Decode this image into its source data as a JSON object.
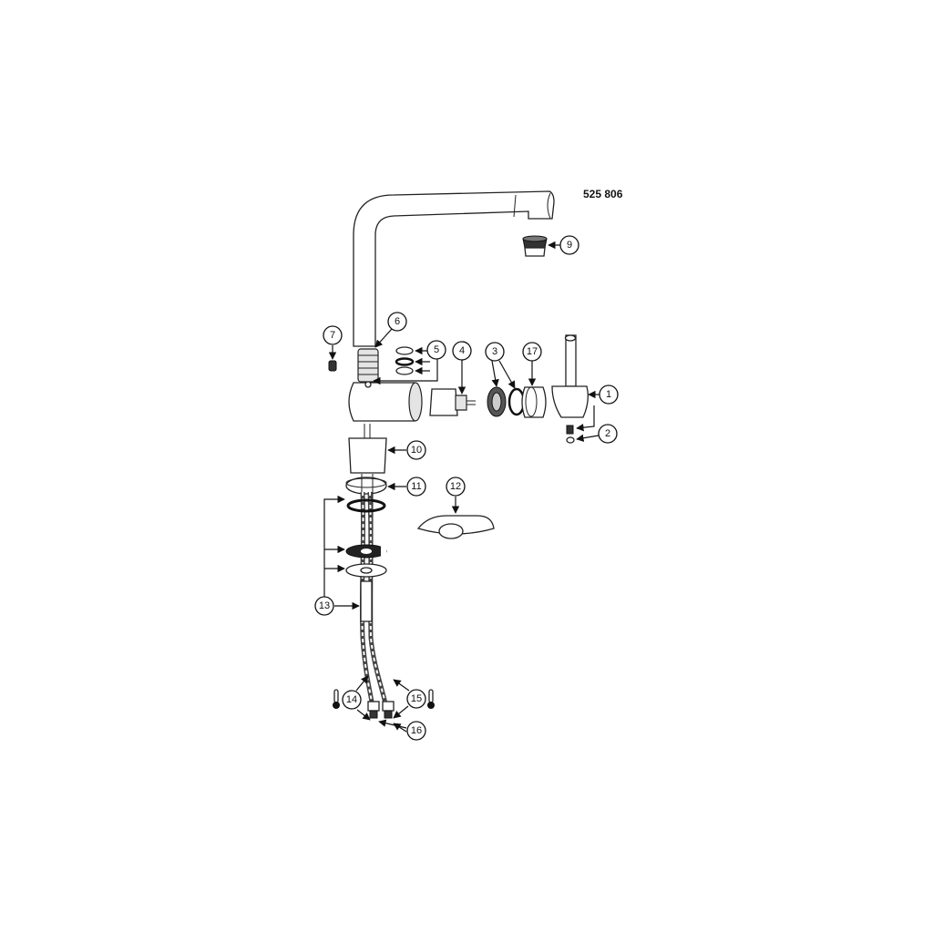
{
  "diagram": {
    "part_number": "525 806",
    "callouts": [
      "1",
      "2",
      "3",
      "4",
      "5",
      "6",
      "7",
      "9",
      "10",
      "11",
      "12",
      "13",
      "14",
      "15",
      "16",
      "17"
    ],
    "icons": {
      "thermometer_left": "thermometer-icon",
      "thermometer_right": "thermometer-icon"
    }
  }
}
